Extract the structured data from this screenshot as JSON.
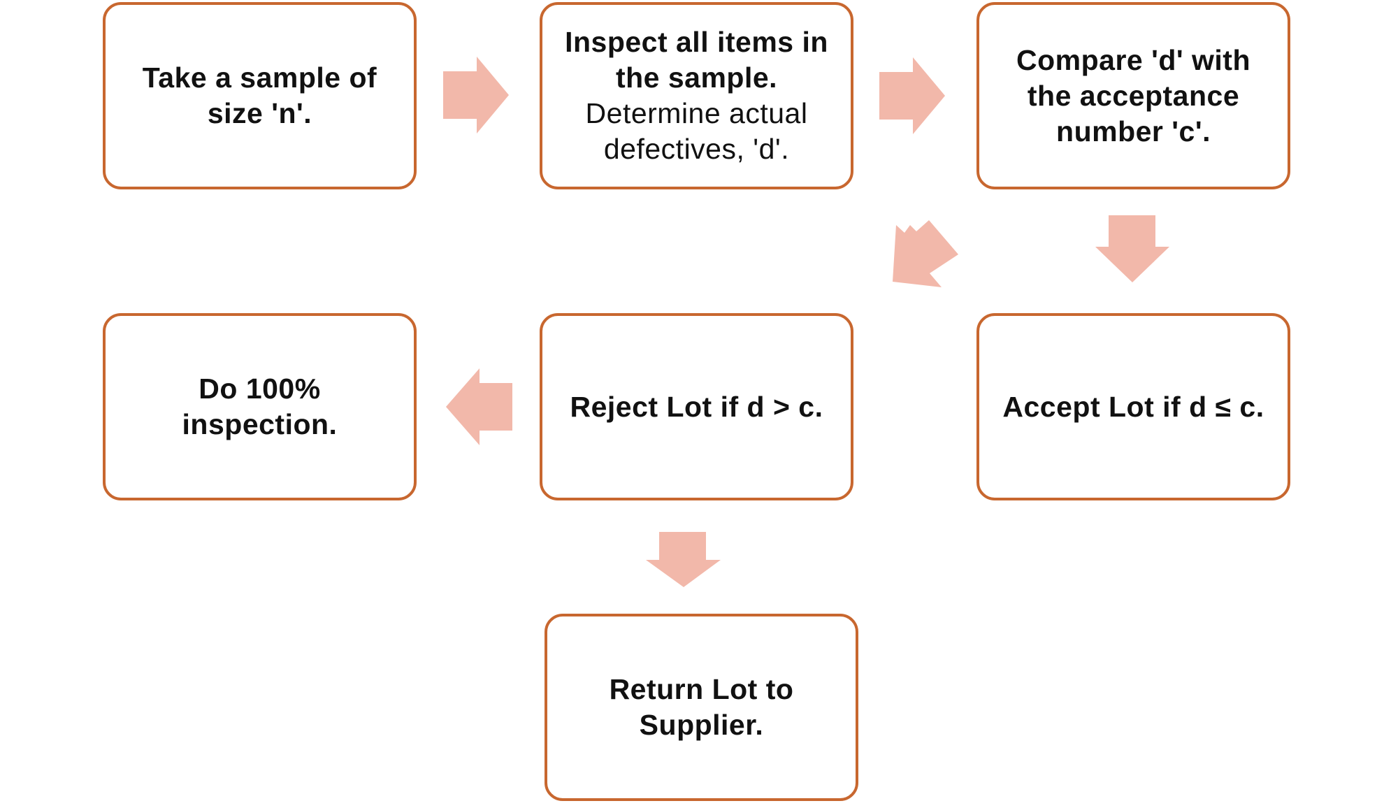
{
  "diagram": {
    "colors": {
      "box_border": "#c8672f",
      "arrow_fill": "#f2b8aa",
      "text": "#111111",
      "background": "#ffffff"
    },
    "nodes": {
      "take_sample": {
        "text": "Take a sample of size 'n'."
      },
      "inspect_items": {
        "text_bold": "Inspect all items in the sample.",
        "text_regular": "Determine actual defectives, 'd'."
      },
      "compare": {
        "text": "Compare 'd' with the acceptance number 'c'."
      },
      "accept_lot": {
        "text": "Accept Lot if d ≤ c."
      },
      "reject_lot": {
        "text": "Reject Lot if d > c."
      },
      "full_inspection": {
        "text": "Do 100% inspection."
      },
      "return_lot": {
        "text": "Return Lot to Supplier."
      }
    },
    "edges": [
      {
        "from": "take_sample",
        "to": "inspect_items",
        "direction": "right"
      },
      {
        "from": "inspect_items",
        "to": "compare",
        "direction": "right"
      },
      {
        "from": "compare",
        "to": "reject_lot",
        "direction": "down-left"
      },
      {
        "from": "compare",
        "to": "accept_lot",
        "direction": "down"
      },
      {
        "from": "reject_lot",
        "to": "full_inspection",
        "direction": "left"
      },
      {
        "from": "reject_lot",
        "to": "return_lot",
        "direction": "down"
      }
    ]
  }
}
